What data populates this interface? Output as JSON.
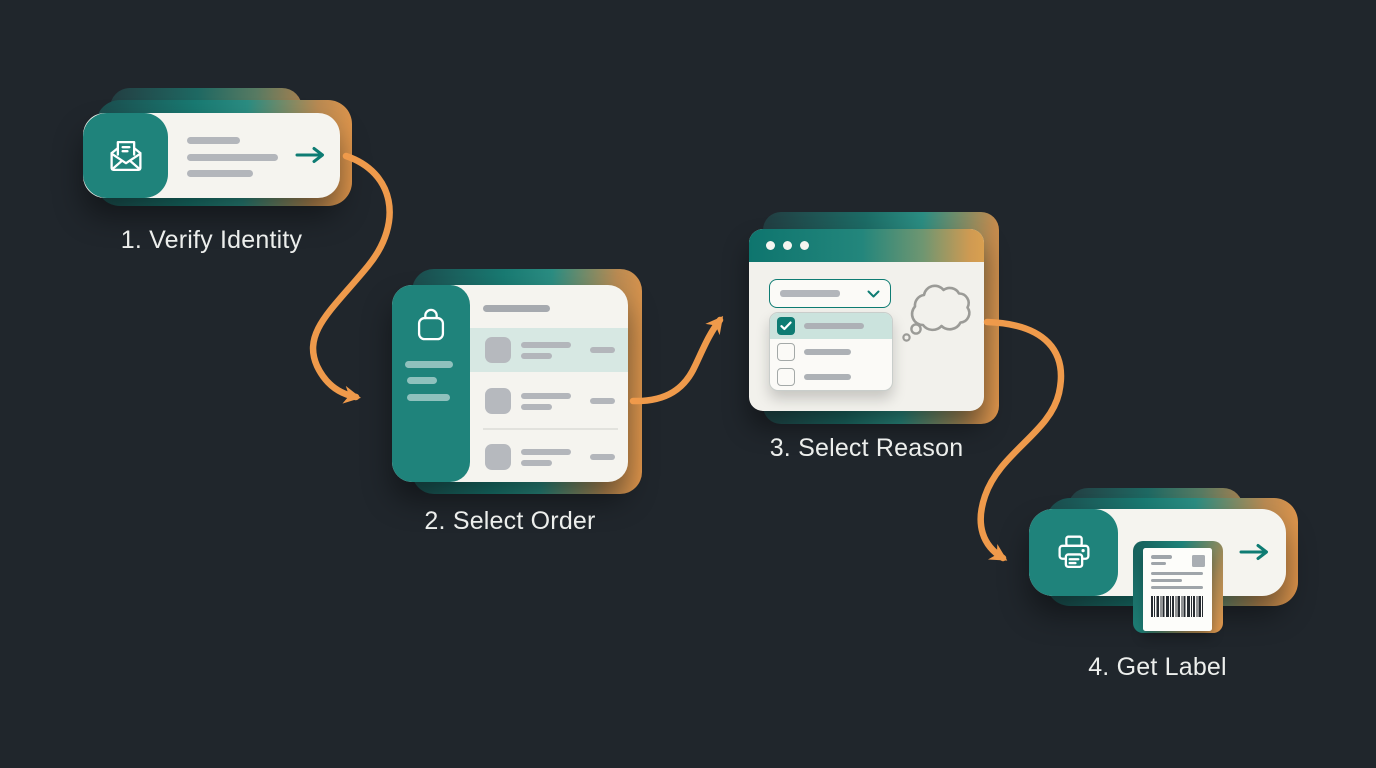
{
  "scene": {
    "type": "process-flow-illustration",
    "background": "#20262c",
    "step_count": 4
  },
  "steps": [
    {
      "label": "1. Verify Identity",
      "icon": "open-envelope-icon",
      "card": "email-card-with-arrow"
    },
    {
      "label": "2. Select Order",
      "icon": "shopping-bag-icon",
      "card": "order-list-card",
      "list_rows": 3,
      "selected_row": 1
    },
    {
      "label": "3. Select Reason",
      "icon": "dropdown-checklist",
      "card": "browser-window",
      "options": 3,
      "checked_option": 1
    },
    {
      "label": "4. Get Label",
      "icon": "printer-icon",
      "card": "shipping-label-card"
    }
  ],
  "connectors": [
    {
      "from": "1. Verify Identity",
      "to": "2. Select Order",
      "style": "curved-orange-arrow"
    },
    {
      "from": "2. Select Order",
      "to": "3. Select Reason",
      "style": "curved-orange-arrow"
    },
    {
      "from": "3. Select Reason",
      "to": "4. Get Label",
      "style": "curved-orange-arrow"
    }
  ],
  "colors": {
    "background": "#20262c",
    "teal": "#1f837b",
    "teal_deep": "#0e7c73",
    "orange": "#ef9a4b",
    "card": "#f5f4ef",
    "placeholder_gray": "#b3b6bb",
    "highlight_row": "#d7e8e3",
    "label_text": "#eceeec"
  }
}
